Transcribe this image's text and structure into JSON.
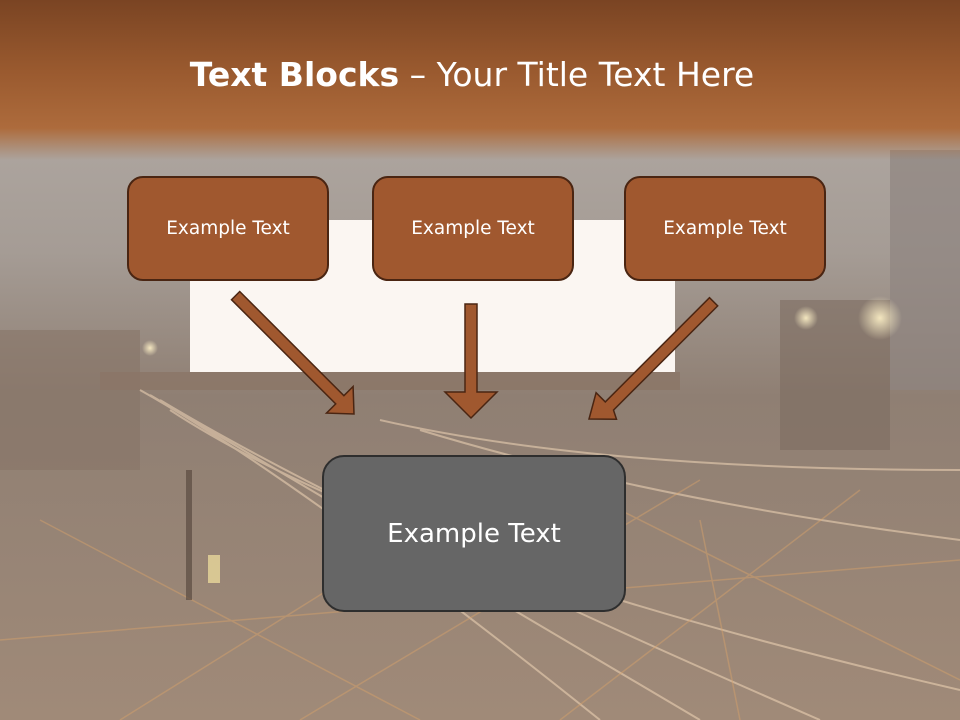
{
  "slide": {
    "title_bold": "Text Blocks",
    "title_separator": " – ",
    "title_rest": "Your Title Text Here",
    "boxes": [
      {
        "label": "Example Text"
      },
      {
        "label": "Example Text"
      },
      {
        "label": "Example Text"
      }
    ],
    "bottom_box": {
      "label": "Example Text"
    }
  },
  "colors": {
    "title_band": "#9a5a2f",
    "box_fill": "#a0582f",
    "box_border": "#4a2512",
    "arrow_fill": "#a0582f",
    "bottom_box_fill": "#666666",
    "bottom_box_border": "#2e2e2e",
    "text": "#ffffff"
  }
}
